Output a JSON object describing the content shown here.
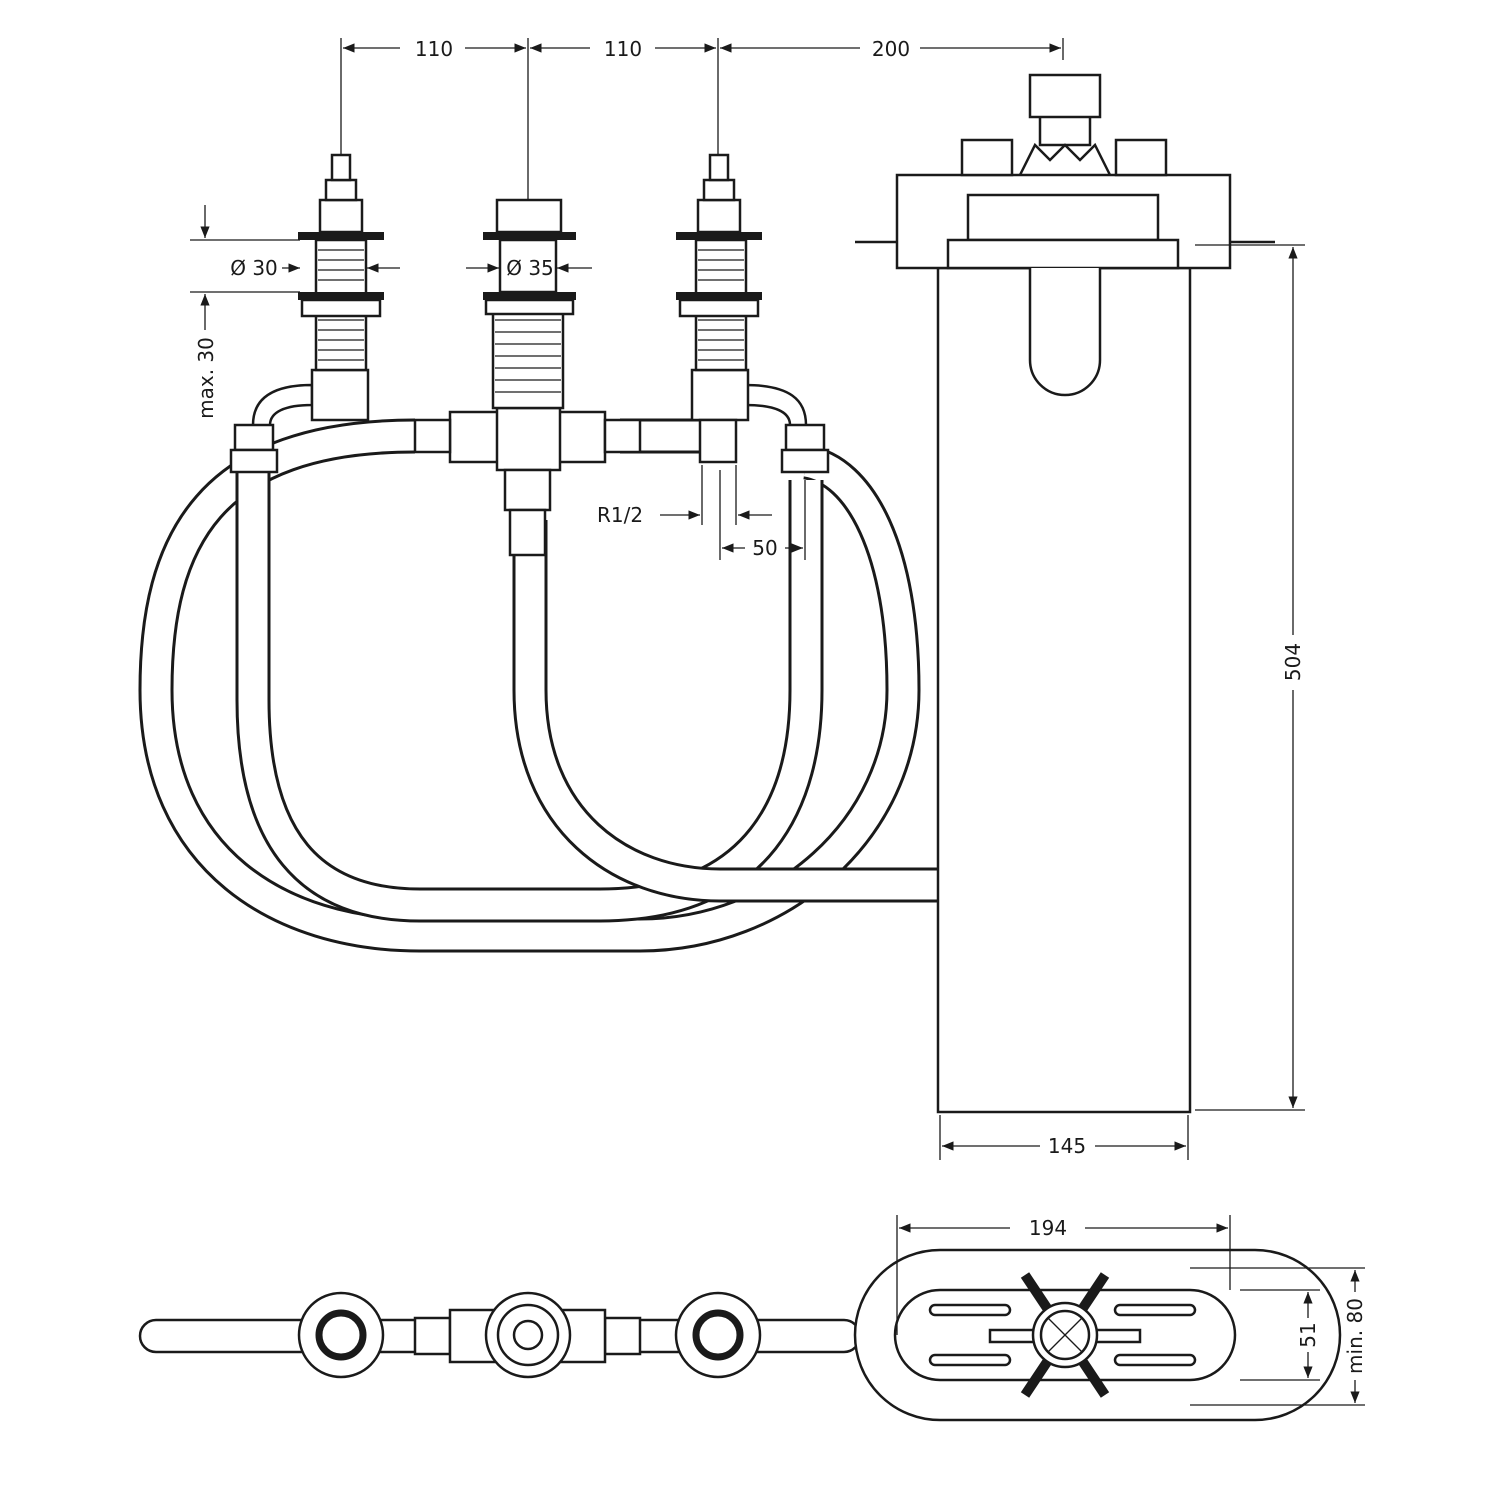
{
  "title": "Deck-mounted 4-hole bath mixer rough-in dimension drawing",
  "dimensions": {
    "spacing_left": "110",
    "spacing_right": "110",
    "spout_offset": "200",
    "diameter_handle": "Ø 30",
    "diameter_center": "Ø 35",
    "max_deck": "max. 30",
    "thread": "R1/2",
    "connection": "50",
    "spout_height": "504",
    "spout_width": "145",
    "escutcheon_length": "194",
    "escutcheon_inner": "51",
    "escutcheon_min": "min. 80"
  },
  "colors": {
    "line": "#1a1a1a",
    "background": "#ffffff"
  }
}
